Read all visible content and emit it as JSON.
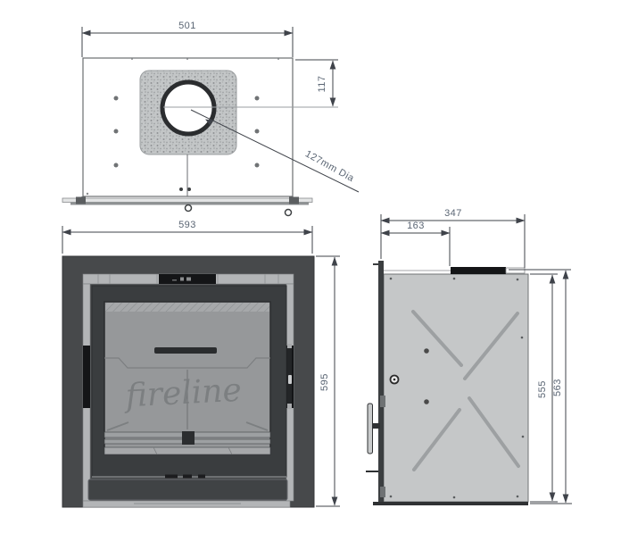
{
  "drawing": {
    "views": {
      "top_plate": {
        "name": "register-plate-top-view",
        "dim_width": "501",
        "dim_flue_offset": "117",
        "leader_flue_diameter": "127mm Dia"
      },
      "front": {
        "name": "stove-front-view",
        "dim_width": "593",
        "dim_height": "595",
        "logo_script": "fireline"
      },
      "side": {
        "name": "stove-side-view",
        "dim_depth_total": "347",
        "dim_depth_inset": "163",
        "dim_height_body": "555",
        "dim_height_total": "563"
      }
    },
    "colors": {
      "dimension_text": "#5b6674",
      "dimension_line": "#3f434a",
      "outer_frame": "#47494b",
      "door_dark": "#3a3d3f",
      "glass": "#96989a",
      "trim_light": "#b3b5b7",
      "side_panel": "#c5c7c8",
      "vent_black": "#141517",
      "logo": "#7a7d7f"
    }
  }
}
